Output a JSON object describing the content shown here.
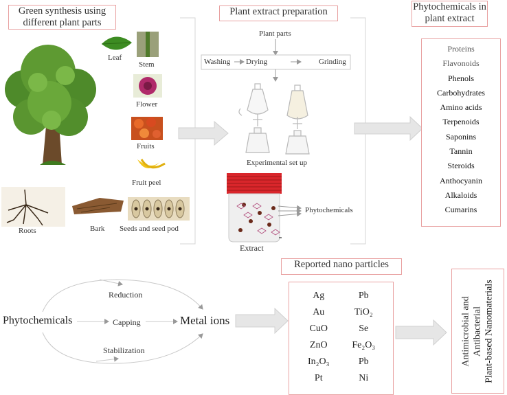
{
  "left_panel": {
    "title": "Green synthesis using different plant parts",
    "parts": {
      "leaf": "Leaf",
      "stem": "Stem",
      "flower": "Flower",
      "fruits": "Fruits",
      "fruit_peel": "Fruit peel",
      "roots": "Roots",
      "bark": "Bark",
      "seeds": "Seeds and seed pod"
    }
  },
  "middle_panel": {
    "title": "Plant extract preparation",
    "plant_parts": "Plant parts",
    "steps": [
      "Washing",
      "Drying",
      "Grinding"
    ],
    "setup_label": "Experimental set up",
    "phytochemicals_label": "Phytochemicals",
    "extract_label": "Extract"
  },
  "right_panel": {
    "title": "Phytochemicals in plant extract",
    "items": [
      "Proteins",
      "Flavonoids",
      "Phenols",
      "Carbohydrates",
      "Amino acids",
      "Terpenoids",
      "Saponins",
      "Tannin",
      "Steroids",
      "Anthocyanin",
      "Alkaloids",
      "Cumarins"
    ]
  },
  "bottom_left": {
    "phytochemicals": "Phytochemicals",
    "reduction": "Reduction",
    "capping": "Capping",
    "stabilization": "Stabilization",
    "metal_ions": "Metal ions"
  },
  "nanoparticles": {
    "title": "Reported nano particles",
    "left_col": [
      "Ag",
      "Au",
      "CuO",
      "ZnO",
      "In₂O₃",
      "Pt"
    ],
    "right_col": [
      "Pb",
      "TiO₂",
      "Se",
      "Fe₂O₃",
      "Pb",
      "Ni"
    ]
  },
  "result": {
    "line1": "Antimicrobial and",
    "line2": "Antibacterial",
    "line3": "Plant-based Nanomaterials"
  },
  "colors": {
    "box_border": "#e8a0a0",
    "arrow_fill": "#e6e6e6",
    "lid_red": "#d9262b",
    "tree_green": "#4e8a2a"
  }
}
